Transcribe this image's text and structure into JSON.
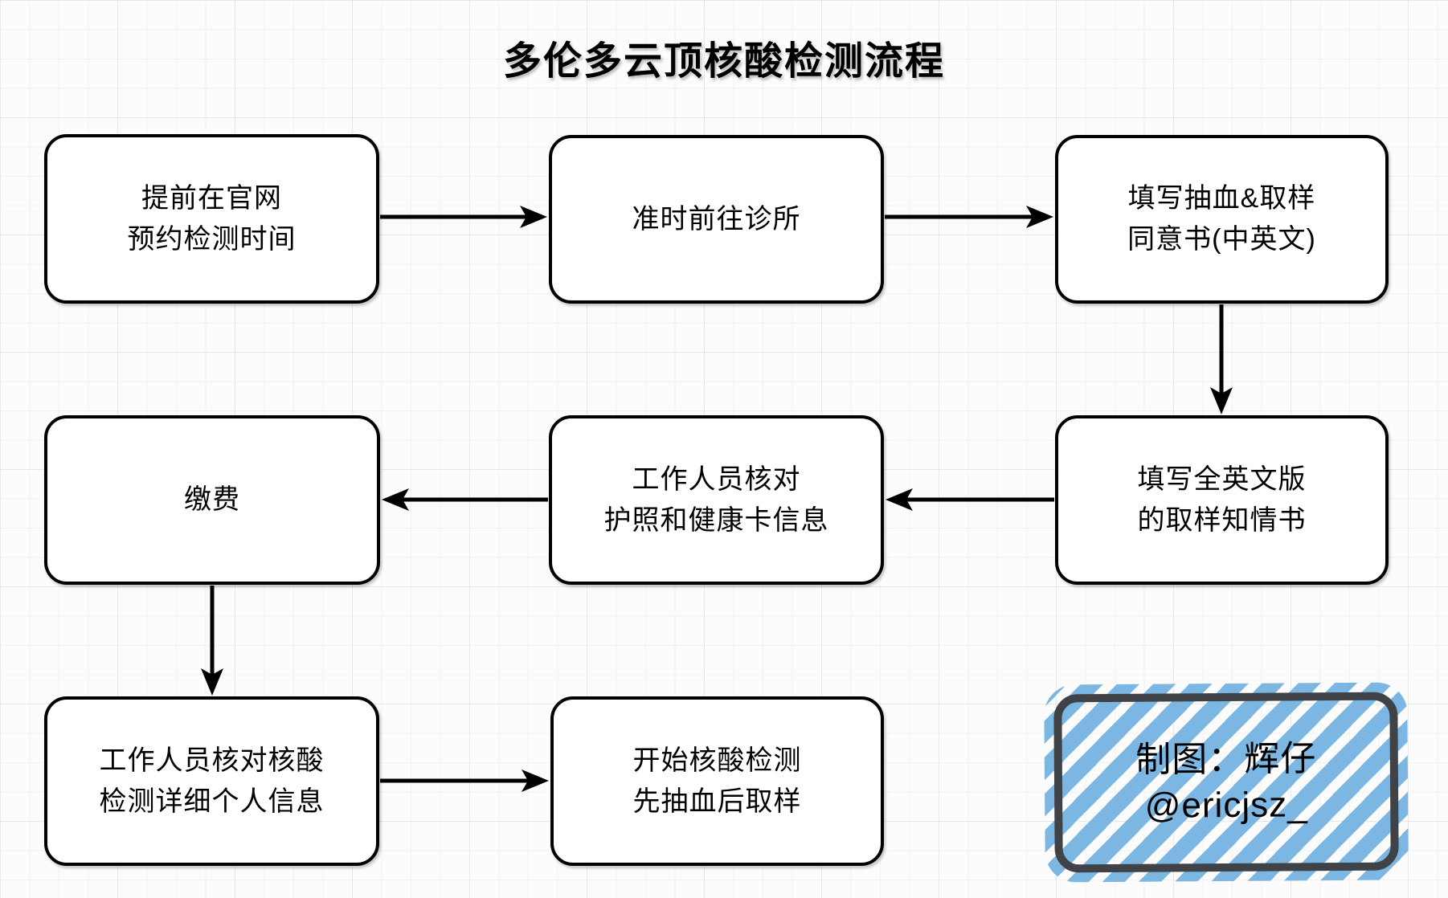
{
  "title": "多伦多云顶核酸检测流程",
  "nodes": {
    "book_appointment": {
      "lines": [
        "提前在官网",
        "预约检测时间"
      ]
    },
    "arrive_clinic": {
      "lines": [
        "准时前往诊所"
      ]
    },
    "consent_form": {
      "lines": [
        "填写抽血&取样",
        "同意书(中英文)"
      ]
    },
    "english_form": {
      "lines": [
        "填写全英文版",
        "的取样知情书"
      ]
    },
    "verify_passport": {
      "lines": [
        "工作人员核对",
        "护照和健康卡信息"
      ]
    },
    "pay_fee": {
      "lines": [
        "缴费"
      ]
    },
    "verify_details": {
      "lines": [
        "工作人员核对核酸",
        "检测详细个人信息"
      ]
    },
    "start_test": {
      "lines": [
        "开始核酸检测",
        "先抽血后取样"
      ]
    }
  },
  "edges": [
    "book_appointment -> arrive_clinic",
    "arrive_clinic -> consent_form",
    "consent_form -> english_form",
    "english_form -> verify_passport",
    "verify_passport -> pay_fee",
    "pay_fee -> verify_details",
    "verify_details -> start_test"
  ],
  "badge": {
    "line1": "制图：辉仔",
    "line2": "@ericjsz_"
  },
  "colors": {
    "stripe_blue": "#7cb6e2",
    "badge_border": "#3f4347",
    "box_border": "#000000",
    "background": "#fcfcfc"
  }
}
